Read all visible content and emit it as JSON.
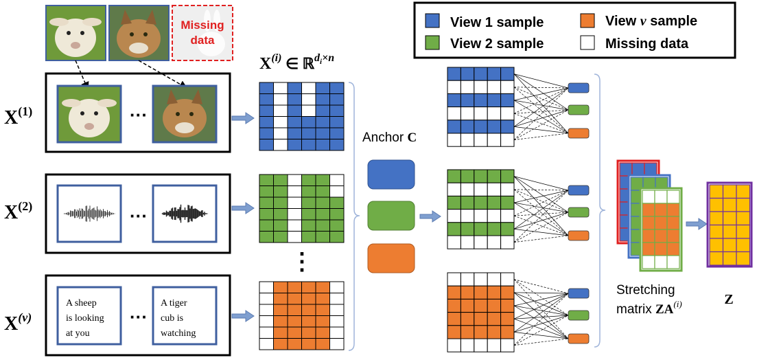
{
  "colors": {
    "blue": "#4472C4",
    "green": "#70AD47",
    "orange": "#ED7D31",
    "white": "#FFFFFF",
    "yellow": "#FFC000",
    "purple": "#7030A0",
    "red": "#E02020",
    "border_blue": "#3F5F9F",
    "arrow": "#7F9FD0",
    "bracket": "#9FB4DA"
  },
  "legend": {
    "view1": "View 1 sample",
    "view2": "View 2 sample",
    "viewv_prefix": "View ",
    "viewv_var": "v",
    "viewv_suffix": " sample",
    "missing": "Missing data"
  },
  "missing_tag": {
    "line1": "Missing",
    "line2": "data"
  },
  "rows": {
    "x1": {
      "base": "X",
      "sup": "(1)"
    },
    "x2": {
      "base": "X",
      "sup": "(2)"
    },
    "xv": {
      "base": "X",
      "sup": "(v)"
    }
  },
  "ellipsis": "···",
  "vdots": "⋮",
  "matrix_label": {
    "base": "X",
    "sup": "(i)",
    "member": " ∈ ℝ",
    "exp": "d",
    "exp_sub": "i",
    "exp_rest": "×n"
  },
  "text_samples": [
    {
      "line1": "A sheep",
      "line2": "is looking",
      "line3": "at you"
    },
    {
      "line1": "A tiger",
      "line2": "cub is",
      "line3": "watching"
    }
  ],
  "anchor_label": {
    "text": "Anchor ",
    "symbol": "C"
  },
  "stretch_label": {
    "line1": "Stretching",
    "line2": "matrix ",
    "base": "ZA",
    "sup": "(i)"
  },
  "z_label": "Z",
  "icons": [
    "lamb-photo-icon",
    "lynx-photo-icon",
    "faded-rabbit-photo-icon",
    "audio-waveform-icon",
    "right-arrow-icon",
    "curly-bracket-icon"
  ]
}
